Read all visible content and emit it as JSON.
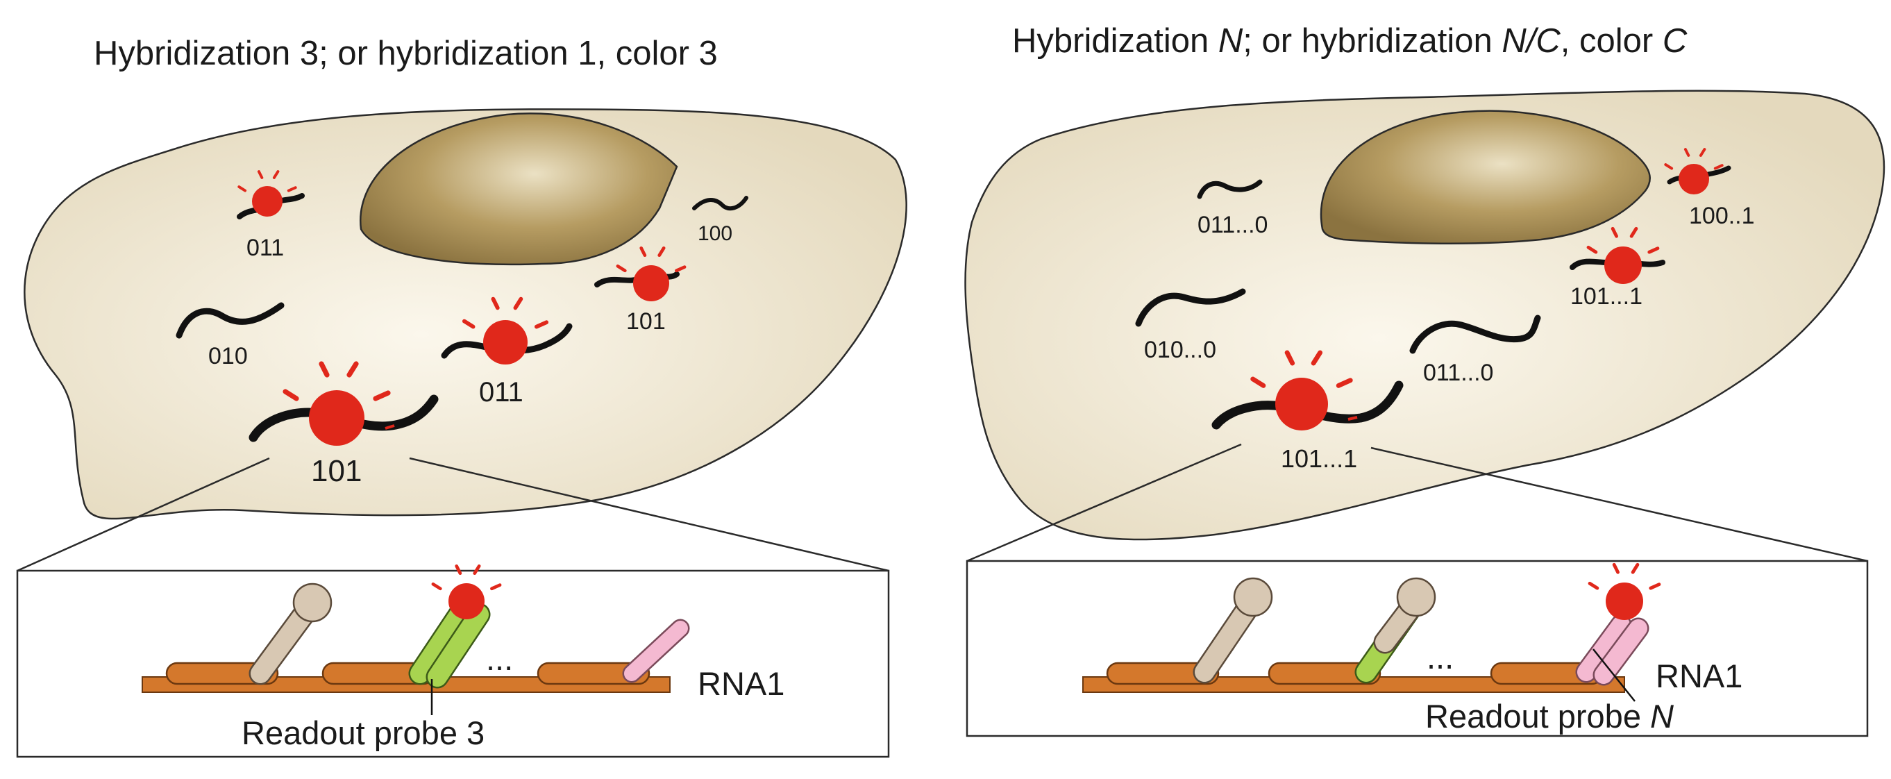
{
  "left_panel": {
    "title": {
      "part1": "Hybridization 3; or hybridization 1, color 3"
    },
    "molecules": {
      "m1": "011",
      "m2": "100",
      "m3": "101",
      "m4": "010",
      "m5": "011",
      "m6": "101"
    },
    "inset": {
      "rna_label": "RNA1",
      "ellipsis": "...",
      "probe_label": "Readout probe 3"
    }
  },
  "right_panel": {
    "title": {
      "t1": "Hybridization ",
      "t2": "N",
      "t3": "; or hybridization ",
      "t4": "N/C",
      "t5": ", color ",
      "t6": "C"
    },
    "molecules": {
      "m1": "011...0",
      "m2": "100..1",
      "m3": "101...1",
      "m4": "010...0",
      "m5": "011...0",
      "m6": "101...1"
    },
    "inset": {
      "rna_label": "RNA1",
      "ellipsis": "...",
      "probe_label_prefix": "Readout probe ",
      "probe_label_var": "N"
    }
  },
  "colors": {
    "cell_fill": "#ede4cd",
    "nucleus": "#9d8550",
    "spot": "#e0281b",
    "rna_strand": "#d4782c",
    "probe_beige": "#d8c8b3",
    "probe_green": "#a8d450",
    "probe_pink": "#f4b9d1"
  }
}
